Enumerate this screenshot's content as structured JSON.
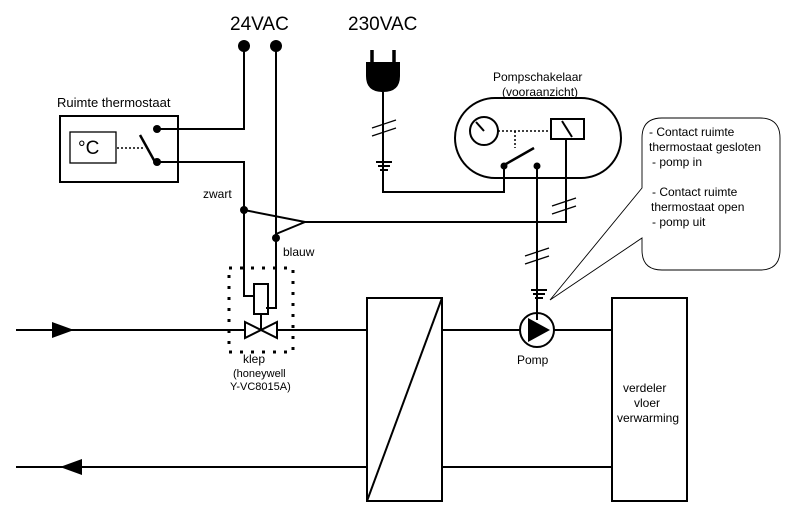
{
  "supply": {
    "low_voltage": "24VAC",
    "mains": "230VAC"
  },
  "thermostat": {
    "title": "Ruimte thermostaat",
    "display": "°C"
  },
  "pump_switch": {
    "title": "Pompschakelaar",
    "subtitle": "(vooraanzicht)"
  },
  "wires": {
    "black": "zwart",
    "blue": "blauw"
  },
  "valve": {
    "label": "klep",
    "brand": "(honeywell",
    "model": "Y-VC8015A)"
  },
  "pump": {
    "label": "Pomp"
  },
  "distributor": {
    "lines": [
      "verdeler",
      "vloer",
      "verwarming"
    ]
  },
  "callout": {
    "lines": [
      "- Contact ruimte",
      "thermostaat gesloten",
      "- pomp in",
      "",
      "- Contact ruimte",
      "thermostaat open",
      "- pomp uit"
    ]
  }
}
